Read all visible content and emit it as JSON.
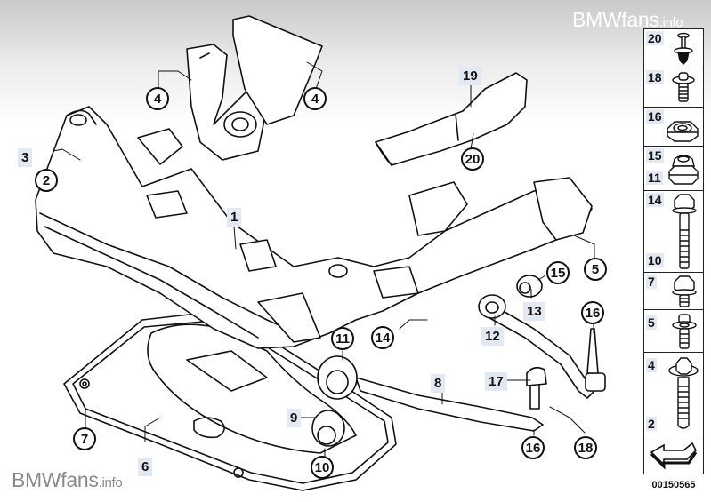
{
  "watermark": {
    "brand": "BMWfans",
    "suffix": ".info"
  },
  "diagram": {
    "title": "Front axle support / subframe with wishbones — exploded parts view",
    "document_number": "00150565",
    "callouts": [
      {
        "id": "c1",
        "label": "1",
        "style": "plain"
      },
      {
        "id": "c2",
        "label": "2",
        "style": "circle"
      },
      {
        "id": "c3",
        "label": "3",
        "style": "plain"
      },
      {
        "id": "c4a",
        "label": "4",
        "style": "circle"
      },
      {
        "id": "c4b",
        "label": "4",
        "style": "circle"
      },
      {
        "id": "c5",
        "label": "5",
        "style": "circle"
      },
      {
        "id": "c6",
        "label": "6",
        "style": "plain"
      },
      {
        "id": "c7",
        "label": "7",
        "style": "circle"
      },
      {
        "id": "c8",
        "label": "8",
        "style": "plain"
      },
      {
        "id": "c9",
        "label": "9",
        "style": "plain"
      },
      {
        "id": "c10",
        "label": "10",
        "style": "circle"
      },
      {
        "id": "c11",
        "label": "11",
        "style": "circle"
      },
      {
        "id": "c12",
        "label": "12",
        "style": "plain"
      },
      {
        "id": "c13",
        "label": "13",
        "style": "plain"
      },
      {
        "id": "c14",
        "label": "14",
        "style": "circle"
      },
      {
        "id": "c15",
        "label": "15",
        "style": "circle"
      },
      {
        "id": "c16a",
        "label": "16",
        "style": "circle"
      },
      {
        "id": "c16b",
        "label": "16",
        "style": "circle"
      },
      {
        "id": "c17",
        "label": "17",
        "style": "plain"
      },
      {
        "id": "c18",
        "label": "18",
        "style": "circle"
      },
      {
        "id": "c19",
        "label": "19",
        "style": "plain"
      },
      {
        "id": "c20",
        "label": "20",
        "style": "circle"
      }
    ],
    "legend": [
      {
        "labels": [
          "20"
        ],
        "icon": "expanding-rivet-icon"
      },
      {
        "labels": [
          "18"
        ],
        "icon": "collar-screw-icon"
      },
      {
        "labels": [
          "16"
        ],
        "icon": "hex-nut-icon"
      },
      {
        "labels": [
          "15",
          "11"
        ],
        "icon": "self-locking-nut-icon"
      },
      {
        "labels": [
          "14",
          "10"
        ],
        "icon": "long-hex-bolt-icon"
      },
      {
        "labels": [
          "7"
        ],
        "icon": "short-hex-bolt-icon"
      },
      {
        "labels": [
          "5"
        ],
        "icon": "washer-screw-icon"
      },
      {
        "labels": [
          "4",
          "2"
        ],
        "icon": "flange-bolt-icon"
      },
      {
        "labels": [],
        "icon": "direction-arrow-icon"
      }
    ]
  }
}
